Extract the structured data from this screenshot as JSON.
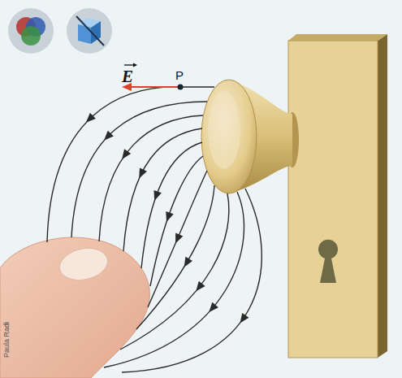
{
  "diagram": {
    "labels": [
      "E",
      "P",
      "Paula Radi"
    ]
  }
}
